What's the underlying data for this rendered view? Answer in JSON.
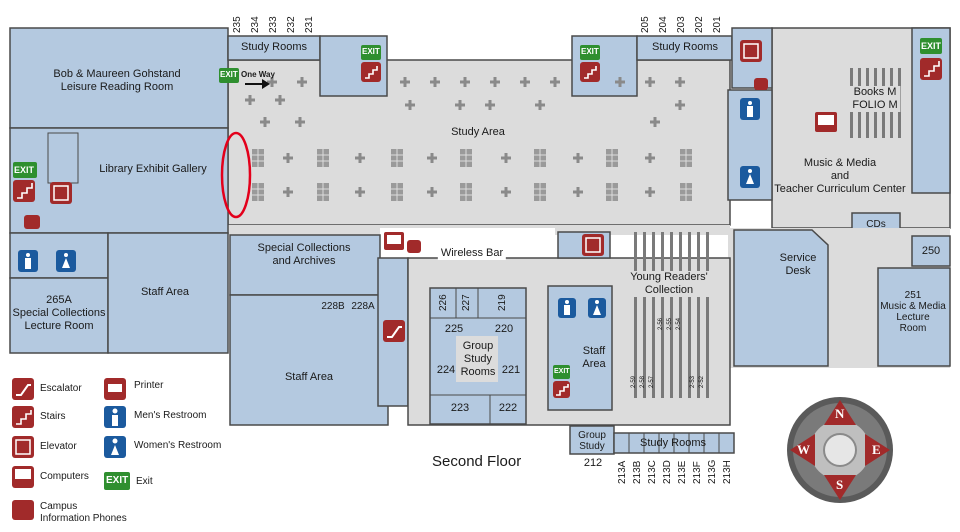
{
  "map": {
    "floor_title": "Second Floor",
    "rooms": {
      "leisure_reading": [
        "Bob & Maureen Gohstand",
        "Leisure Reading Room"
      ],
      "exhibit_gallery": "Library Exhibit Gallery",
      "special_collections_lecture": [
        "265A",
        "Special Collections",
        "Lecture Room"
      ],
      "staff_area_left": "Staff Area",
      "special_collections_archives": [
        "Special Collections",
        "and Archives"
      ],
      "room_228b": "228B",
      "room_228a": "228A",
      "staff_area_bottom": "Staff Area",
      "study_area": "Study Area",
      "wireless_bar": "Wireless Bar",
      "group_study_rooms": [
        "Group",
        "Study",
        "Rooms"
      ],
      "room_226": "226",
      "room_227": "227",
      "room_219": "219",
      "room_225": "225",
      "room_220": "220",
      "room_224": "224",
      "room_221": "221",
      "room_223": "223",
      "room_222": "222",
      "staff_area_small": [
        "Staff",
        "Area"
      ],
      "young_readers": [
        "Young Readers'",
        "Collection"
      ],
      "group_study_212": [
        "Group",
        "Study"
      ],
      "room_212": "212",
      "study_rooms_top_left": "Study Rooms",
      "study_rooms_top_right": "Study Rooms",
      "study_rooms_bottom": "Study Rooms",
      "books": [
        "Books M",
        "FOLIO M"
      ],
      "music_media": [
        "Music & Media",
        "and",
        "Teacher Curriculum Center"
      ],
      "cds": "CDs",
      "service_desk": [
        "Service",
        "Desk"
      ],
      "room_250": "250",
      "room_251": [
        "251",
        "Music & Media",
        "Lecture",
        "Room"
      ],
      "one_way": "One Way"
    },
    "room_numbers_top_left": [
      "235",
      "234",
      "233",
      "232",
      "231"
    ],
    "room_numbers_top_right": [
      "205",
      "204",
      "203",
      "202",
      "201"
    ],
    "room_numbers_bottom": [
      "213A",
      "213B",
      "213C",
      "213D",
      "213E",
      "213F",
      "213G",
      "213H"
    ],
    "shelf_labels_left": [
      "2-59",
      "2-58",
      "2-57"
    ],
    "shelf_labels_mid": [
      "2-56",
      "2-55",
      "2-54"
    ],
    "shelf_labels_right": [
      "2-53",
      "2-52"
    ],
    "exit_text": "EXIT",
    "compass": {
      "n": "N",
      "e": "E",
      "s": "S",
      "w": "W"
    }
  },
  "legend": {
    "escalator": "Escalator",
    "stairs": "Stairs",
    "elevator": "Elevator",
    "computers": "Computers",
    "phones": [
      "Campus",
      "Information Phones"
    ],
    "printer": "Printer",
    "mens": "Men's Restroom",
    "womens": "Women's Restroom",
    "exit": "Exit"
  },
  "colors": {
    "room_blue": "#b4c9e0",
    "study_gray": "#dcdcdc",
    "wall": "#4a4a4a",
    "icon_red": "#a12a2a",
    "icon_blue": "#1b5a9e",
    "exit_green": "#2f8f2f",
    "highlight_red": "#e3001b"
  }
}
